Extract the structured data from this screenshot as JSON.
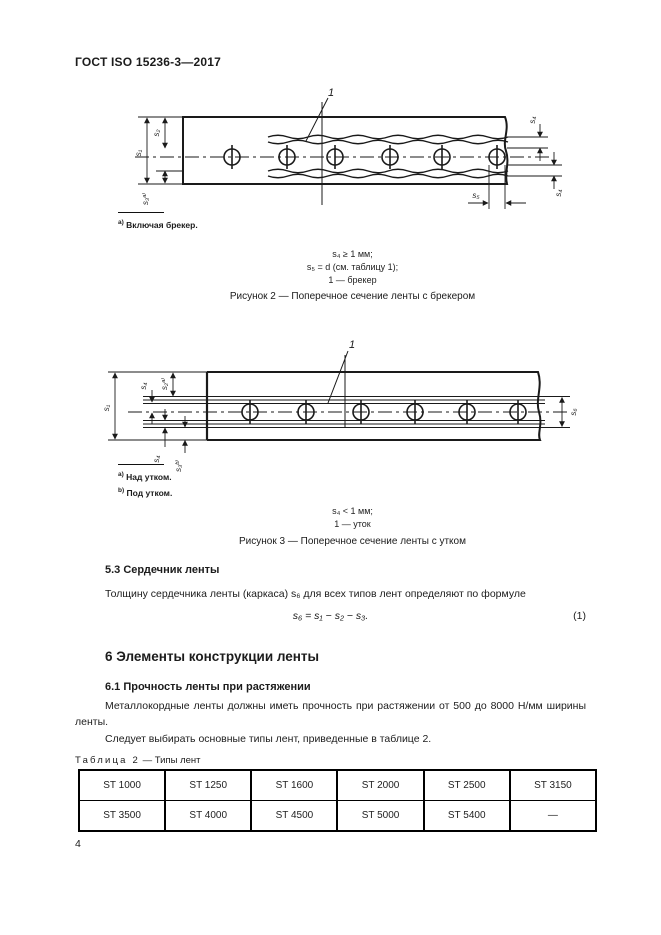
{
  "header": {
    "title": "ГОСТ ISO 15236-3—2017"
  },
  "figure2": {
    "callout": "1",
    "labels": {
      "s1": "s₁",
      "s2": "s₂",
      "s3": "s₃ᵃ⁾",
      "s4": "s₄",
      "s4b": "s₄",
      "s5": "s₅"
    },
    "footnote": {
      "marker": "а)",
      "text": "Включая брекер."
    },
    "notes": [
      "s₄ ≥ 1 мм;",
      "s₅ = d (см. таблицу 1);",
      "1 — брекер"
    ],
    "caption": "Рисунок 2 — Поперечное сечение ленты с брекером"
  },
  "figure3": {
    "callout": "1",
    "labels": {
      "s1": "s₁",
      "s2": "s₂ᵃ⁾",
      "s3": "s₃ᵇ⁾",
      "s4": "s₄",
      "s4b": "s₄",
      "s6": "s₆"
    },
    "footnotes": [
      {
        "marker": "а)",
        "text": "Над утком."
      },
      {
        "marker": "b)",
        "text": "Под утком."
      }
    ],
    "notes": [
      "s₄ < 1 мм;",
      "1 — уток"
    ],
    "caption": "Рисунок 3 — Поперечное сечение ленты с утком"
  },
  "section53": {
    "title": "5.3 Сердечник ленты",
    "paragraph": "Толщину сердечника ленты (каркаса) s₆ для всех типов лент определяют по формуле",
    "formula": "s₆ = s₁ − s₂ − s₃.",
    "formula_number": "(1)"
  },
  "section6": {
    "title": "6 Элементы конструкции ленты",
    "sub61": {
      "title": "6.1 Прочность ленты при растяжении",
      "para1": "Металлокордные ленты должны иметь прочность при растяжении от 500 до 8000 Н/мм ширины ленты.",
      "para2": "Следует выбирать основные типы лент, приведенные в таблице 2."
    }
  },
  "table2": {
    "title_label": "Таблица 2",
    "title_rest": "— Типы лент",
    "rows": [
      [
        "ST 1000",
        "ST 1250",
        "ST 1600",
        "ST 2000",
        "ST 2500",
        "ST 3150"
      ],
      [
        "ST 3500",
        "ST 4000",
        "ST 4500",
        "ST 5000",
        "ST 5400",
        "—"
      ]
    ]
  },
  "footer": {
    "page_number": "4"
  }
}
